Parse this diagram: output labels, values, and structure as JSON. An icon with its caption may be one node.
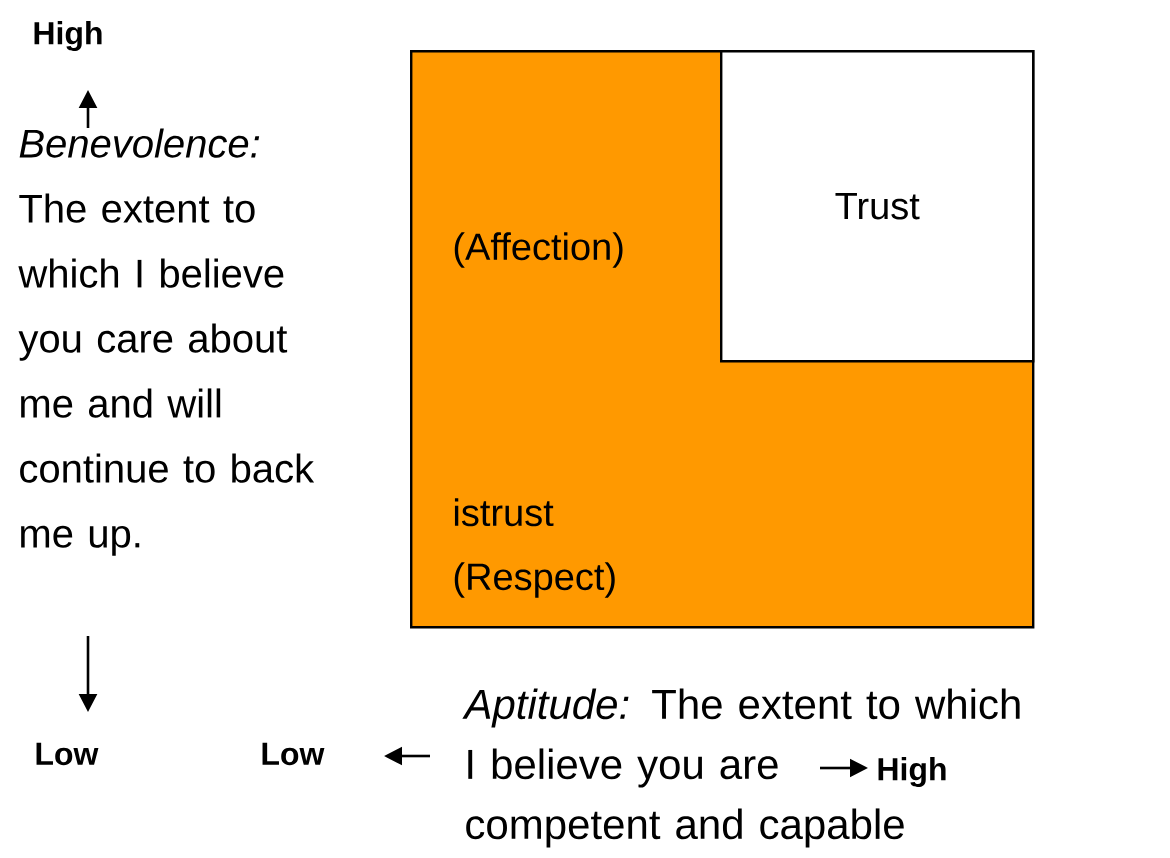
{
  "diagram": {
    "nodes": [
      {
        "text": [
          "(Affection)",
          "istrust (Respect)"
        ]
      },
      {
        "text": [
          "Trust"
        ],
        "in": 0
      }
    ],
    "labels": [
      "High",
      "*Benevolence:* The extent to which I believe you care about me and will continue to back me up.",
      "Low",
      "Low",
      "*Aptitude:* The extent to which I believe you are competent and capable",
      "High"
    ]
  }
}
